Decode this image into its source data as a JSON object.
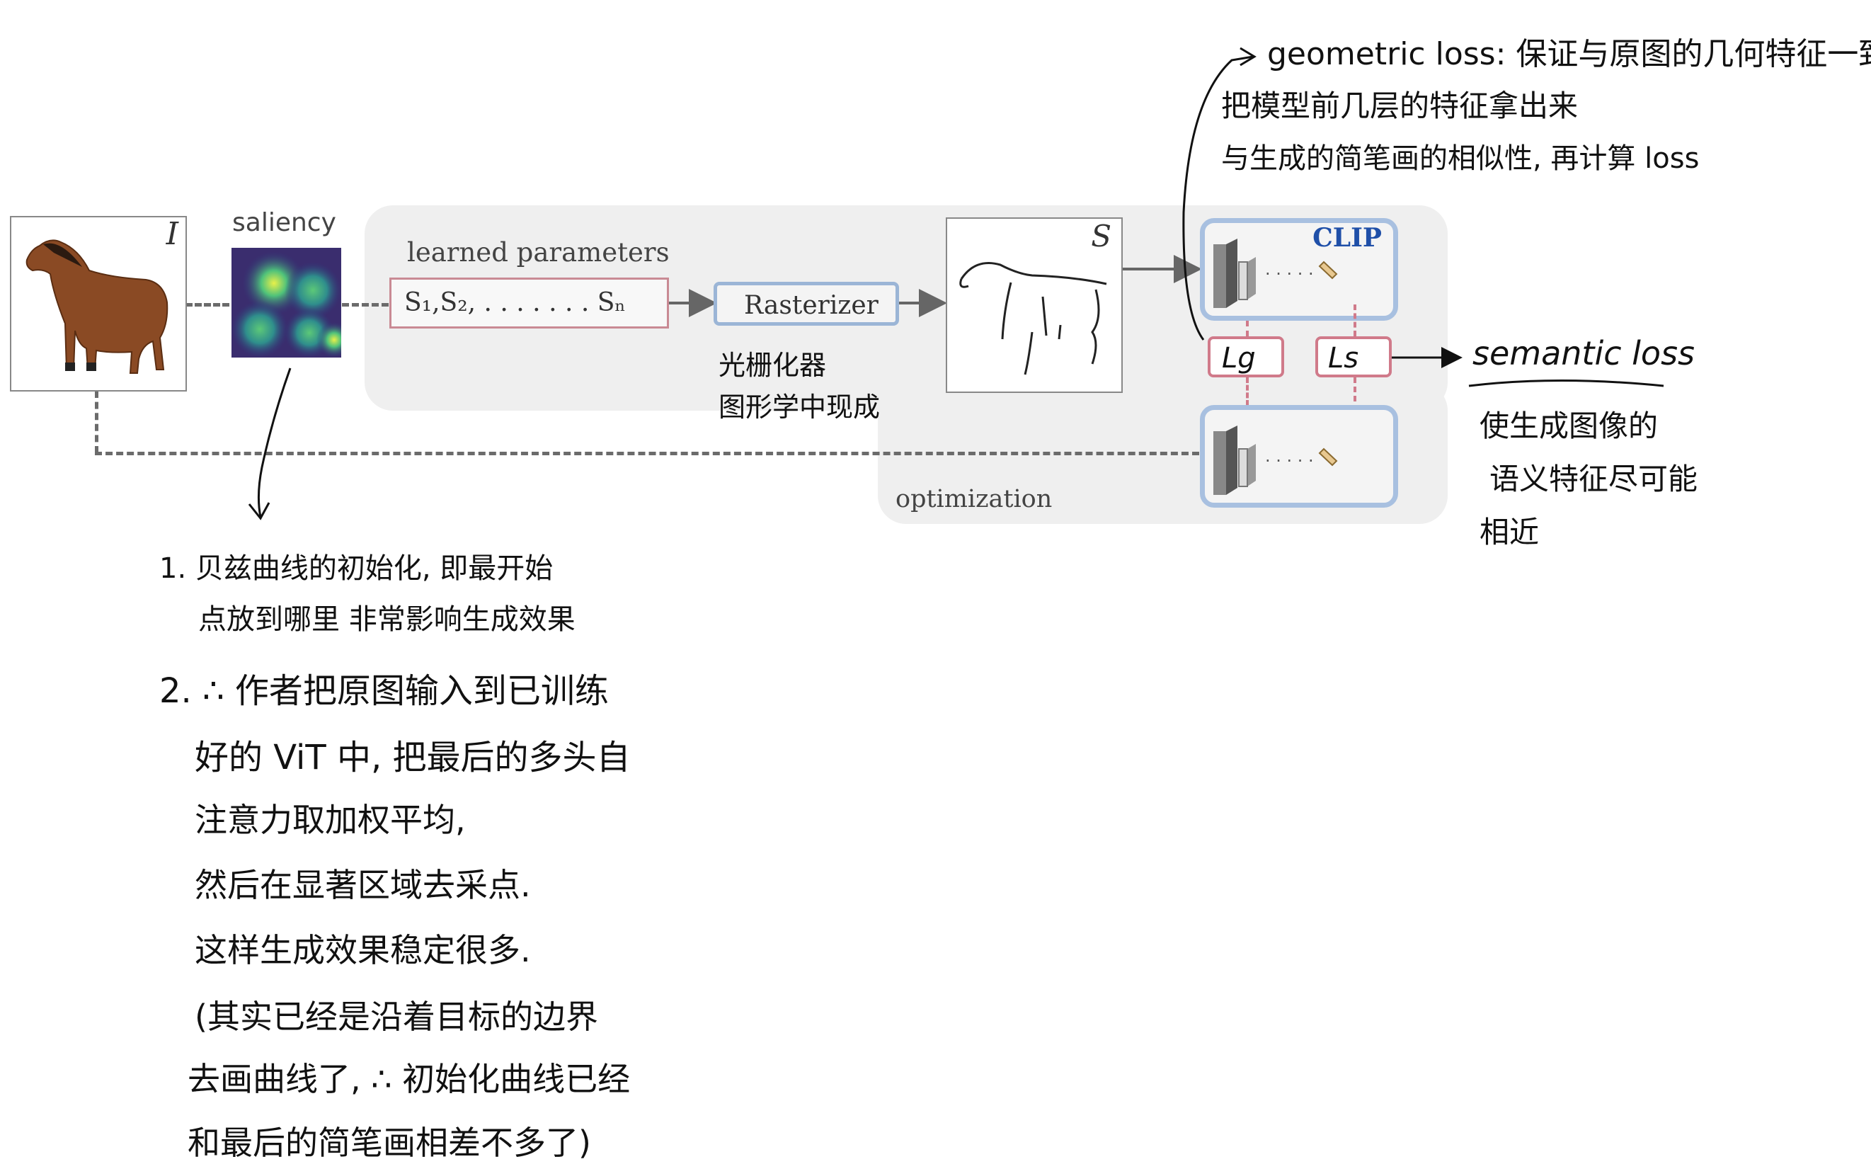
{
  "figure": {
    "input_label": "I",
    "saliency_label": "saliency",
    "learned_params_label": "learned parameters",
    "params_text": "S₁,S₂, . . . . . . . Sₙ",
    "rasterizer_label": "Rasterizer",
    "sketch_label": "S",
    "clip_label": "CLIP",
    "loss_g_label": "Lg",
    "loss_s_label": "Ls",
    "optimization_label": "optimization",
    "dots": "· · · · ·"
  },
  "notes": {
    "rasterizer_note": [
      "光栅化器",
      "图形学中现成"
    ],
    "geometric_note": [
      "geometric loss: 保证与原图的几何特征一致",
      "把模型前几层的特征拿出来",
      "与生成的简笔画的相似性, 再计算 loss"
    ],
    "semantic_title": "semantic loss",
    "semantic_note": [
      "使生成图像的",
      "语义特征尽可能",
      "相近"
    ],
    "main_notes": [
      "1. 贝兹曲线的初始化, 即最开始",
      "点放到哪里 非常影响生成效果",
      "2. ∴ 作者把原图输入到已训练",
      "好的 ViT 中, 把最后的多头自",
      "注意力取加权平均,",
      "然后在显著区域去采点.",
      "这样生成效果稳定很多.",
      "(其实已经是沿着目标的边界",
      "去画曲线了, ∴ 初始化曲线已经",
      "和最后的简笔画相差不多了)"
    ]
  },
  "colors": {
    "panel": "#efefef",
    "param_border": "#c98a94",
    "rasterizer_border": "#9bb5d6",
    "clip_blue": "#1f4fa8",
    "loss_border": "#d07a8a"
  }
}
